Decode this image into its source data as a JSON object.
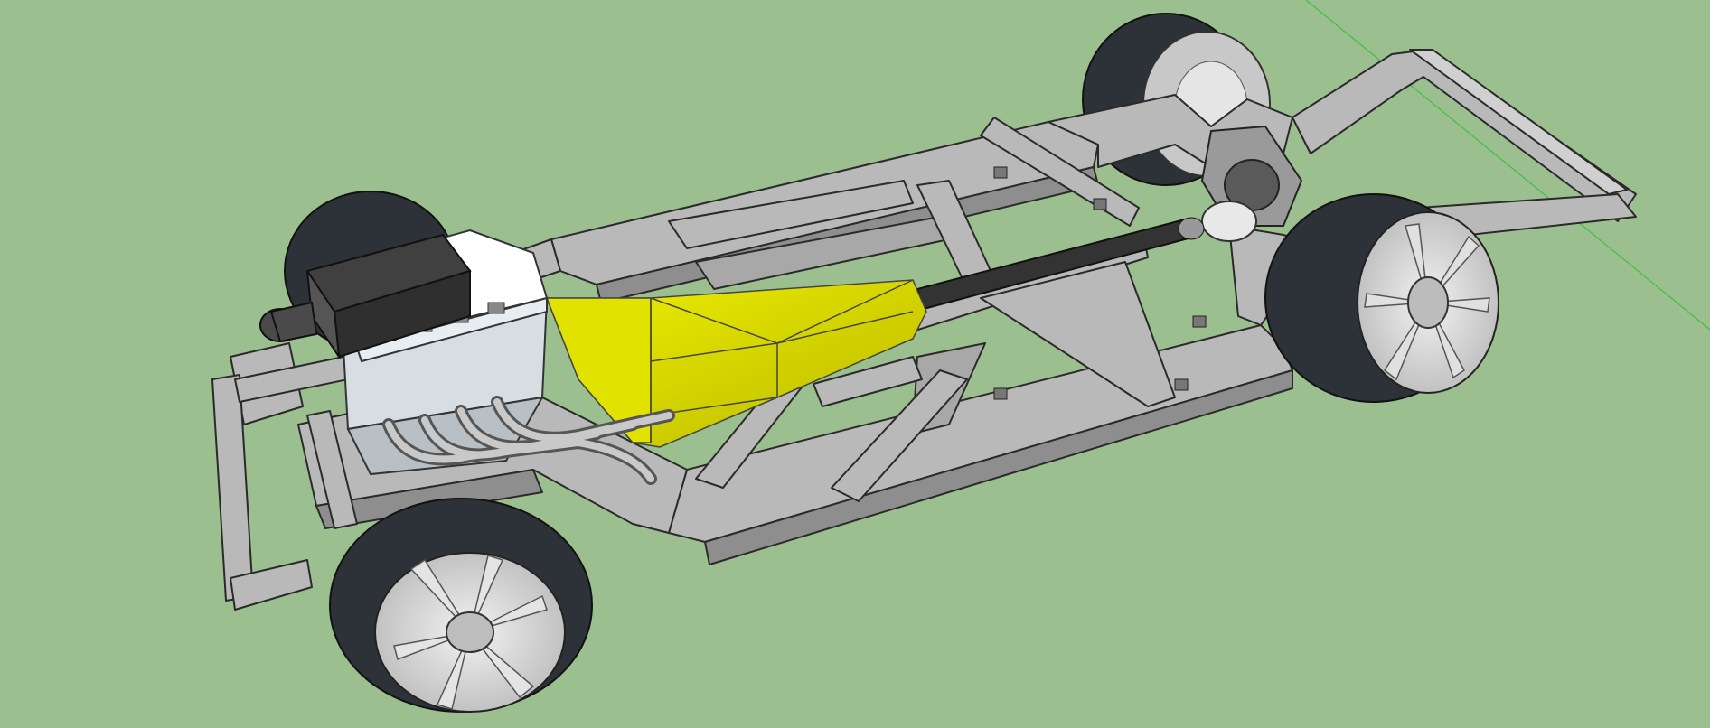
{
  "viewport": {
    "kind": "3d-model-canvas",
    "background": "#9cbf8f",
    "axis_color": "#3fbf3f"
  },
  "model": {
    "subject": "car-chassis",
    "parts": [
      "tube-frame",
      "engine-block",
      "transmission-bellhousing",
      "driveshaft",
      "differential",
      "exhaust-headers",
      "front-left-wheel",
      "front-right-wheel",
      "rear-left-wheel",
      "rear-right-wheel"
    ],
    "colors": {
      "frame": "#b9b9b9",
      "frame_shadow": "#8e8e8e",
      "tire": "#2d3238",
      "rim": "#d9d9d9",
      "transmission": "#d8d800",
      "engine_side": "#d6dde3",
      "engine_top": "#ffffff",
      "intake": "#404040",
      "driveshaft": "#333333"
    }
  }
}
